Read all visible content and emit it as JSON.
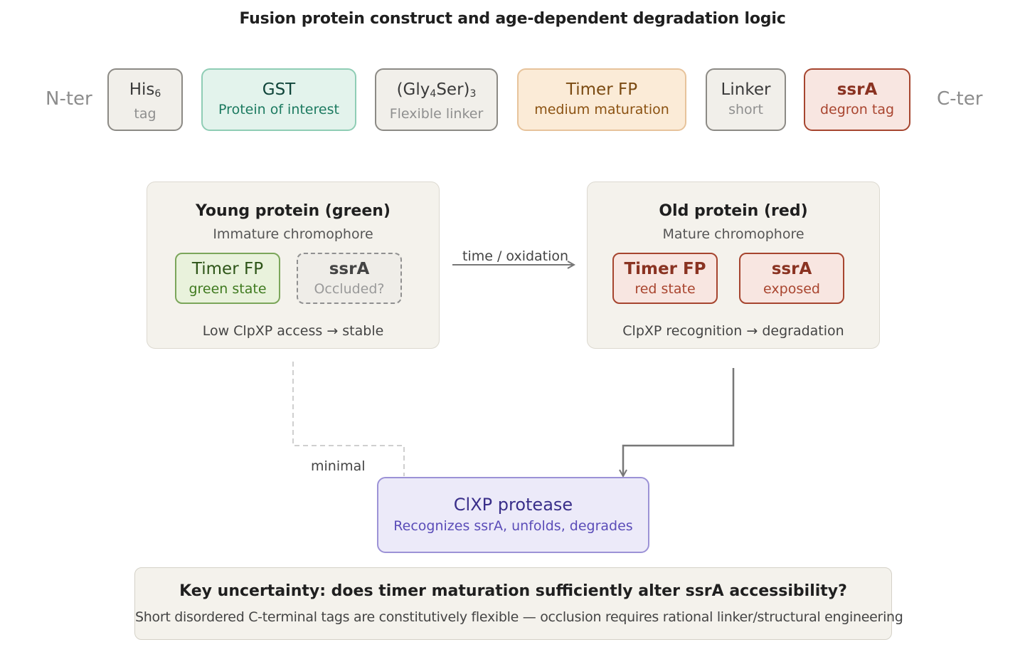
{
  "title": "Fusion protein construct and age-dependent degradation logic",
  "construct": {
    "n_terminus": "N-ter",
    "c_terminus": "C-ter",
    "segments": [
      {
        "name": "His",
        "sub": "6",
        "desc": "tag"
      },
      {
        "name": "GST",
        "desc": "Protein of interest"
      },
      {
        "name_pre": "(Gly",
        "sub1": "4",
        "name_mid": "Ser)",
        "sub2": "3",
        "desc": "Flexible linker"
      },
      {
        "name": "Timer FP",
        "desc": "medium maturation"
      },
      {
        "name": "Linker",
        "desc": "short"
      },
      {
        "name": "ssrA",
        "desc": "degron tag"
      }
    ]
  },
  "young": {
    "title": "Young protein (green)",
    "subtitle": "Immature chromophore",
    "timer": {
      "name": "Timer FP",
      "state": "green state"
    },
    "ssra": {
      "name": "ssrA",
      "state": "Occluded?"
    },
    "footer": "Low ClpXP access → stable"
  },
  "transition_label": "time / oxidation",
  "old": {
    "title": "Old protein (red)",
    "subtitle": "Mature chromophore",
    "timer": {
      "name": "Timer FP",
      "state": "red state"
    },
    "ssra": {
      "name": "ssrA",
      "state": "exposed"
    },
    "footer": "ClpXP recognition → degradation"
  },
  "minimal_label": "minimal",
  "protease": {
    "name": "ClXP protease",
    "desc": "Recognizes ssrA, unfolds, degrades"
  },
  "key_uncertainty": {
    "title": "Key uncertainty: does timer maturation sufficiently alter ssrA accessibility?",
    "text": "Short disordered C-terminal tags are constitutively flexible — occlusion requires rational linker/structural engineering"
  },
  "colors": {
    "connector": "#777777",
    "dashed_connector": "#d0d0d0",
    "protease_accent": "#9c92d6"
  }
}
